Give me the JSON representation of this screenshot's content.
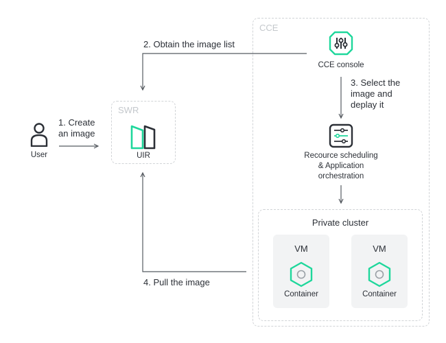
{
  "user": {
    "label": "User"
  },
  "swr": {
    "title": "SWR",
    "label": "UIR"
  },
  "cce": {
    "title": "CCE",
    "console_label": "CCE console"
  },
  "scheduling": {
    "line1": "Recource scheduling",
    "line2": "& Application",
    "line3": "orchestration"
  },
  "cluster": {
    "title": "Private cluster",
    "vms": [
      {
        "title": "VM",
        "container": "Container"
      },
      {
        "title": "VM",
        "container": "Container"
      }
    ]
  },
  "steps": {
    "s1_line1": "1. Create",
    "s1_line2": "an image",
    "s2": "2. Obtain the image list",
    "s3_line1": "3. Select the",
    "s3_line2": "image and",
    "s3_line3": "deplay it",
    "s4": "4. Pull the image"
  },
  "colors": {
    "accent": "#1ed79b",
    "dark": "#2b2f36",
    "dashed": "#d0d3d6",
    "vm_bg": "#f2f3f4",
    "arrow": "#555a60"
  }
}
